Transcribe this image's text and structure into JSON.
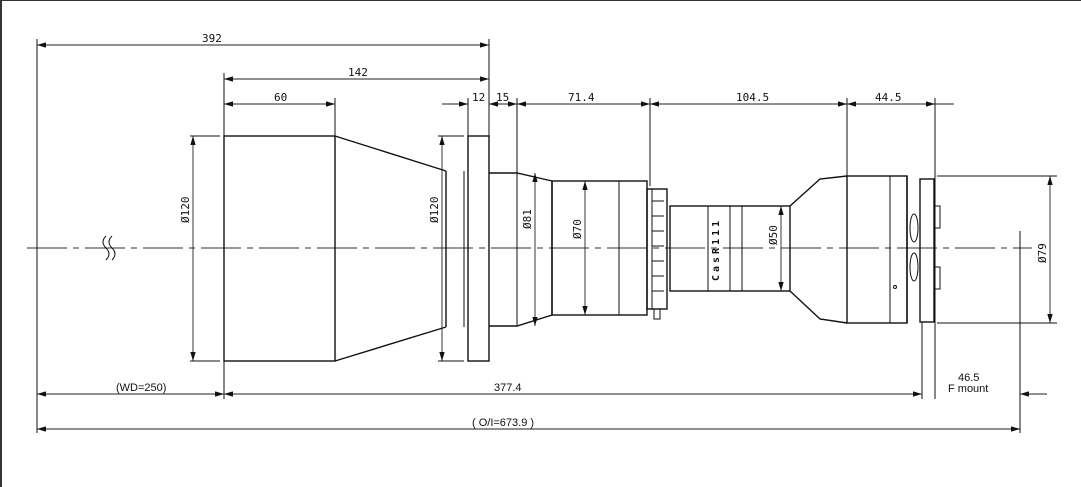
{
  "drawing": {
    "dimensions_top": {
      "overall": "392",
      "front_to_flange": "142",
      "front_barrel": "60",
      "flange": "12",
      "ring": "15",
      "section_1": "71.4",
      "section_2": "104.5",
      "section_3": "44.5"
    },
    "diameters": {
      "front": "Ø120",
      "flange": "Ø120",
      "ring": "Ø81",
      "barrel": "Ø70",
      "body": "Ø50",
      "rear": "Ø79"
    },
    "barrel_marking": "CasR111",
    "dimensions_bottom": {
      "working_distance": "(WD=250)",
      "lens_length": "377.4",
      "flange_back": "46.5",
      "mount": "F mount",
      "object_to_image": "( O/I=673.9 )"
    }
  }
}
